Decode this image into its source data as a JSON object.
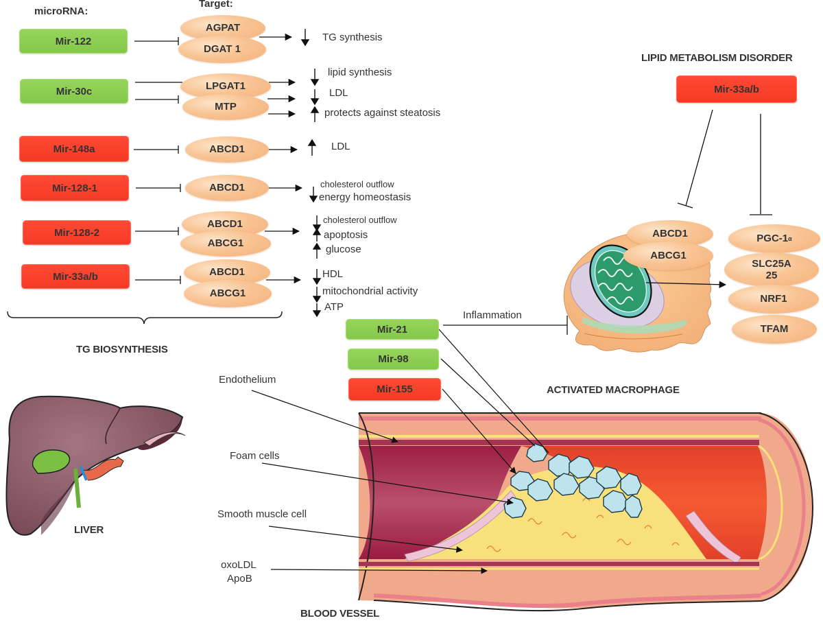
{
  "headers": {
    "microrna": "microRNA:",
    "target": "Target:"
  },
  "colors": {
    "upregulated_mirna": "#f43a25",
    "downregulated_mirna": "#84c84a",
    "target_protein": "#f8c494",
    "text": "#333333"
  },
  "rows": [
    {
      "mirna": "Mir-122",
      "color": "green",
      "targets": [
        "AGPAT",
        "DGAT 1"
      ],
      "effects": [
        {
          "arrow": "down",
          "text": "TG synthesis"
        }
      ]
    },
    {
      "mirna": "Mir-30c",
      "color": "green",
      "targets": [
        "LPGAT1",
        "MTP"
      ],
      "effects": [
        {
          "arrow": "down",
          "text": "lipid synthesis"
        },
        {
          "arrow": "down",
          "text": "LDL"
        },
        {
          "arrow": "up",
          "text": "protects against steatosis"
        }
      ]
    },
    {
      "mirna": "Mir-148a",
      "color": "red",
      "targets": [
        "ABCD1"
      ],
      "effects": [
        {
          "arrow": "up",
          "text": "LDL"
        }
      ]
    },
    {
      "mirna": "Mir-128-1",
      "color": "red",
      "targets": [
        "ABCD1"
      ],
      "effects": [
        {
          "arrow": "down",
          "text": "cholesterol outflow"
        },
        {
          "arrow": "down",
          "text": "energy homeostasis"
        }
      ]
    },
    {
      "mirna": "Mir-128-2",
      "color": "red",
      "targets": [
        "ABCD1",
        "ABCG1"
      ],
      "effects": [
        {
          "arrow": "down",
          "text": "cholesterol outflow"
        },
        {
          "arrow": "up",
          "text": "apoptosis"
        },
        {
          "arrow": "up",
          "text": "glucose"
        }
      ]
    },
    {
      "mirna": "Mir-33a/b",
      "color": "red",
      "targets": [
        "ABCD1",
        "ABCG1"
      ],
      "effects": [
        {
          "arrow": "down",
          "text": "HDL"
        },
        {
          "arrow": "down",
          "text": "mitochondrial activity"
        },
        {
          "arrow": "down",
          "text": "ATP"
        }
      ]
    }
  ],
  "sections": {
    "tg_biosynthesis": "TG BIOSYNTHESIS",
    "lipid_metabolism": "LIPID METABOLISM DISORDER",
    "activated_macrophage": "ACTIVATED MACROPHAGE",
    "liver": "LIVER",
    "blood_vessel": "BLOOD VESSEL"
  },
  "lipid_disorder": {
    "mirna": "Mir-33a/b",
    "color": "red",
    "macrophage_targets": [
      "ABCD1",
      "ABCG1"
    ],
    "mito_targets": [
      {
        "name": "PGC-1",
        "sup": "α"
      },
      {
        "name": "SLC25A",
        "line2": "25"
      },
      {
        "name": "NRF1"
      },
      {
        "name": "TFAM"
      }
    ]
  },
  "inflammation": {
    "label": "Inflammation",
    "mirnas": [
      {
        "name": "Mir-21",
        "color": "green"
      },
      {
        "name": "Mir-98",
        "color": "green"
      },
      {
        "name": "Mir-155",
        "color": "red"
      }
    ]
  },
  "vessel_labels": {
    "endothelium": "Endothelium",
    "foam_cells": "Foam cells",
    "smooth_muscle": "Smooth muscle cell",
    "oxoldl": "oxoLDL",
    "apob": "ApoB"
  }
}
